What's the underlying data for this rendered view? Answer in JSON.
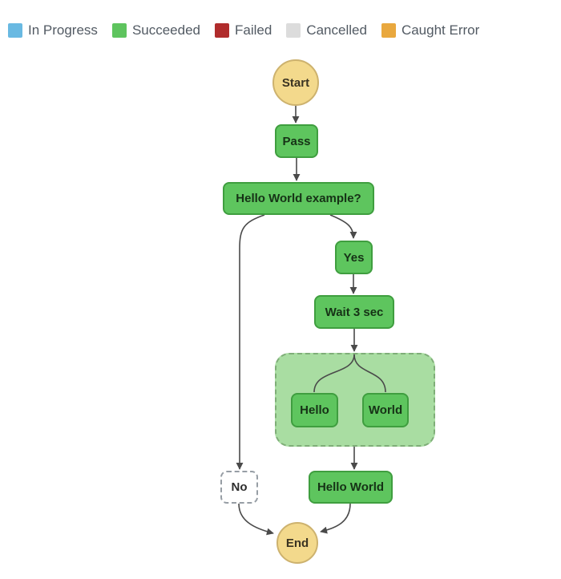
{
  "legend": {
    "items": [
      {
        "name": "in-progress",
        "label": "In Progress",
        "color": "#69b9e2"
      },
      {
        "name": "succeeded",
        "label": "Succeeded",
        "color": "#5ec45e"
      },
      {
        "name": "failed",
        "label": "Failed",
        "color": "#b02c2c"
      },
      {
        "name": "cancelled",
        "label": "Cancelled",
        "color": "#dcdcdc"
      },
      {
        "name": "caught-error",
        "label": "Caught Error",
        "color": "#e9a83e"
      }
    ]
  },
  "colors": {
    "succeeded_fill": "#5ec55e",
    "succeeded_border": "#3f9e3f",
    "terminal_fill": "#f3d98c",
    "terminal_border": "#cdb26e",
    "group_fill": "#a9dda2",
    "group_border": "#7fae78",
    "not_executed_border": "#979ea5",
    "edge": "#4a4a4a"
  },
  "graph": {
    "nodes": {
      "start": {
        "label": "Start",
        "status": "terminal"
      },
      "pass": {
        "label": "Pass",
        "status": "succeeded"
      },
      "choice": {
        "label": "Hello World example?",
        "status": "succeeded"
      },
      "yes": {
        "label": "Yes",
        "status": "succeeded"
      },
      "wait": {
        "label": "Wait 3 sec",
        "status": "succeeded"
      },
      "hello": {
        "label": "Hello",
        "status": "succeeded"
      },
      "world": {
        "label": "World",
        "status": "succeeded"
      },
      "no": {
        "label": "No",
        "status": "not-executed"
      },
      "hello_world": {
        "label": "Hello World",
        "status": "succeeded"
      },
      "end": {
        "label": "End",
        "status": "terminal"
      }
    }
  }
}
